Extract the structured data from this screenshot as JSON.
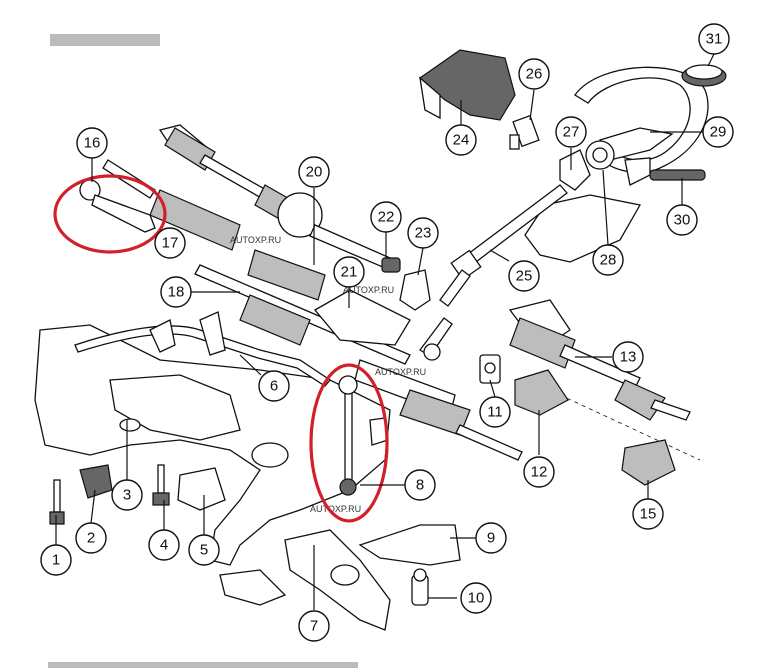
{
  "callouts": [
    {
      "id": "1",
      "label": "1"
    },
    {
      "id": "2",
      "label": "2"
    },
    {
      "id": "3",
      "label": "3"
    },
    {
      "id": "4",
      "label": "4"
    },
    {
      "id": "5",
      "label": "5"
    },
    {
      "id": "6",
      "label": "6"
    },
    {
      "id": "7",
      "label": "7"
    },
    {
      "id": "8",
      "label": "8"
    },
    {
      "id": "9",
      "label": "9"
    },
    {
      "id": "10",
      "label": "10"
    },
    {
      "id": "11",
      "label": "11"
    },
    {
      "id": "12",
      "label": "12"
    },
    {
      "id": "13",
      "label": "13"
    },
    {
      "id": "15",
      "label": "15"
    },
    {
      "id": "16",
      "label": "16"
    },
    {
      "id": "17",
      "label": "17"
    },
    {
      "id": "18",
      "label": "18"
    },
    {
      "id": "20",
      "label": "20"
    },
    {
      "id": "21",
      "label": "21"
    },
    {
      "id": "22",
      "label": "22"
    },
    {
      "id": "23",
      "label": "23"
    },
    {
      "id": "24",
      "label": "24"
    },
    {
      "id": "25",
      "label": "25"
    },
    {
      "id": "26",
      "label": "26"
    },
    {
      "id": "27",
      "label": "27"
    },
    {
      "id": "28",
      "label": "28"
    },
    {
      "id": "29",
      "label": "29"
    },
    {
      "id": "30",
      "label": "30"
    },
    {
      "id": "31",
      "label": "31"
    }
  ],
  "watermarks": [
    "AUTOXP.RU",
    "AUTOXP.RU",
    "AUTOXP.RU",
    "AUTOXP.RU"
  ],
  "highlight_color": "#d21f2a",
  "highlights": [
    "tie-rod-end",
    "stabilizer-link"
  ]
}
